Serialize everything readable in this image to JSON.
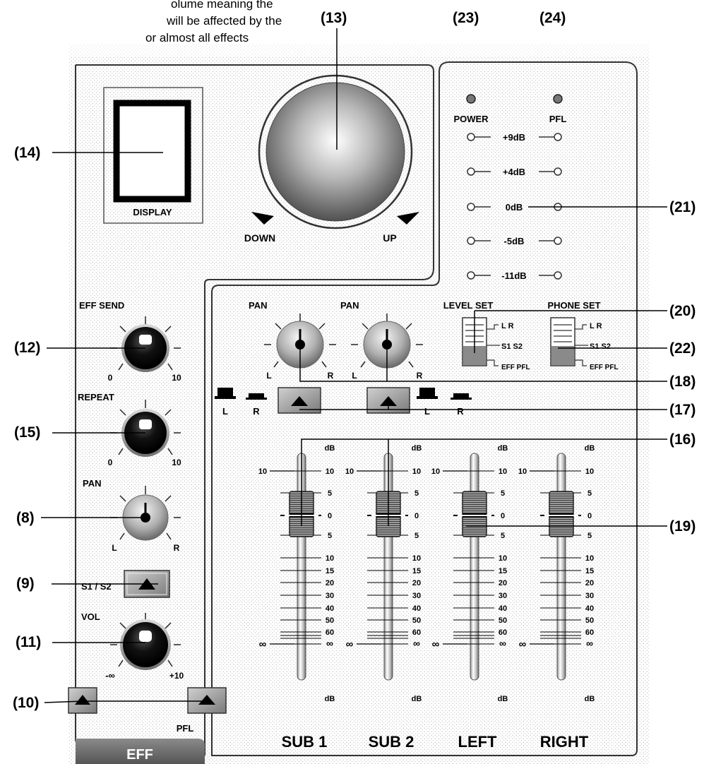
{
  "intro_text": {
    "line1": "olume meaning the",
    "line2": "will be affected by the",
    "line3": "or almost all effects"
  },
  "callouts": {
    "c8": "(8)",
    "c9": "(9)",
    "c10": "(10)",
    "c11": "(11)",
    "c12": "(12)",
    "c13": "(13)",
    "c14": "(14)",
    "c15": "(15)",
    "c16": "(16)",
    "c17": "(17)",
    "c18": "(18)",
    "c19": "(19)",
    "c20": "(20)",
    "c21": "(21)",
    "c22": "(22)",
    "c23": "(23)",
    "c24": "(24)"
  },
  "effect_section": {
    "display_label": "DISPLAY",
    "eff_send_label": "EFF SEND",
    "eff_send_min": "0",
    "eff_send_max": "10",
    "repeat_label": "REPEAT",
    "repeat_min": "0",
    "repeat_max": "10",
    "pan_label": "PAN",
    "pan_left": "L",
    "pan_right": "R",
    "s1s2_label": "S1 / S2",
    "vol_label": "VOL",
    "vol_min": "-∞",
    "vol_max": "+10",
    "pfl_label": "PFL",
    "eff_label": "EFF"
  },
  "jog": {
    "down_label": "DOWN",
    "up_label": "UP"
  },
  "meters": {
    "power_label": "POWER",
    "pfl_label": "PFL",
    "levels": [
      "+9dB",
      "+4dB",
      "0dB",
      "-5dB",
      "-11dB"
    ]
  },
  "sub_pan": {
    "pan1_label": "PAN",
    "pan2_label": "PAN",
    "left_letter": "L",
    "right_letter": "R"
  },
  "assign": {
    "l_label": "L",
    "r_label": "R"
  },
  "selectors": {
    "level_set_label": "LEVEL SET",
    "phone_set_label": "PHONE SET",
    "opt_lr": "L  R",
    "opt_s1s2": "S1  S2",
    "opt_effpfl": "EFF  PFL"
  },
  "faders": {
    "db_label": "dB",
    "top_mark": "10",
    "scale": [
      "10",
      "5",
      "0",
      "5",
      "10",
      "15",
      "20",
      "30",
      "40",
      "50",
      "60",
      "∞"
    ],
    "channels": [
      {
        "name": "SUB 1",
        "level_db": 0
      },
      {
        "name": "SUB 2",
        "level_db": 0
      },
      {
        "name": "LEFT",
        "level_db": 0
      },
      {
        "name": "RIGHT",
        "level_db": 0
      }
    ]
  }
}
